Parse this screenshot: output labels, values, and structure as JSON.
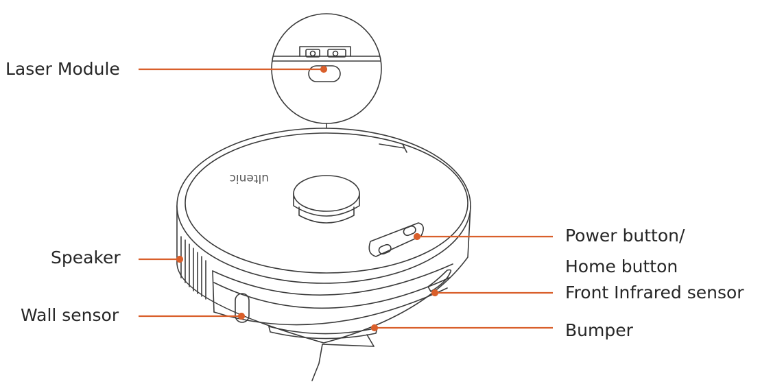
{
  "accent_color": "#d95f2b",
  "line_color": "#3a3a3a",
  "brand_text": "ultenic",
  "labels": {
    "laser_module": "Laser Module",
    "speaker": "Speaker",
    "wall_sensor": "Wall sensor",
    "power_button_line1": "Power button/",
    "power_button_line2": "Home button",
    "front_infrared": "Front Infrared sensor",
    "bumper": "Bumper"
  }
}
